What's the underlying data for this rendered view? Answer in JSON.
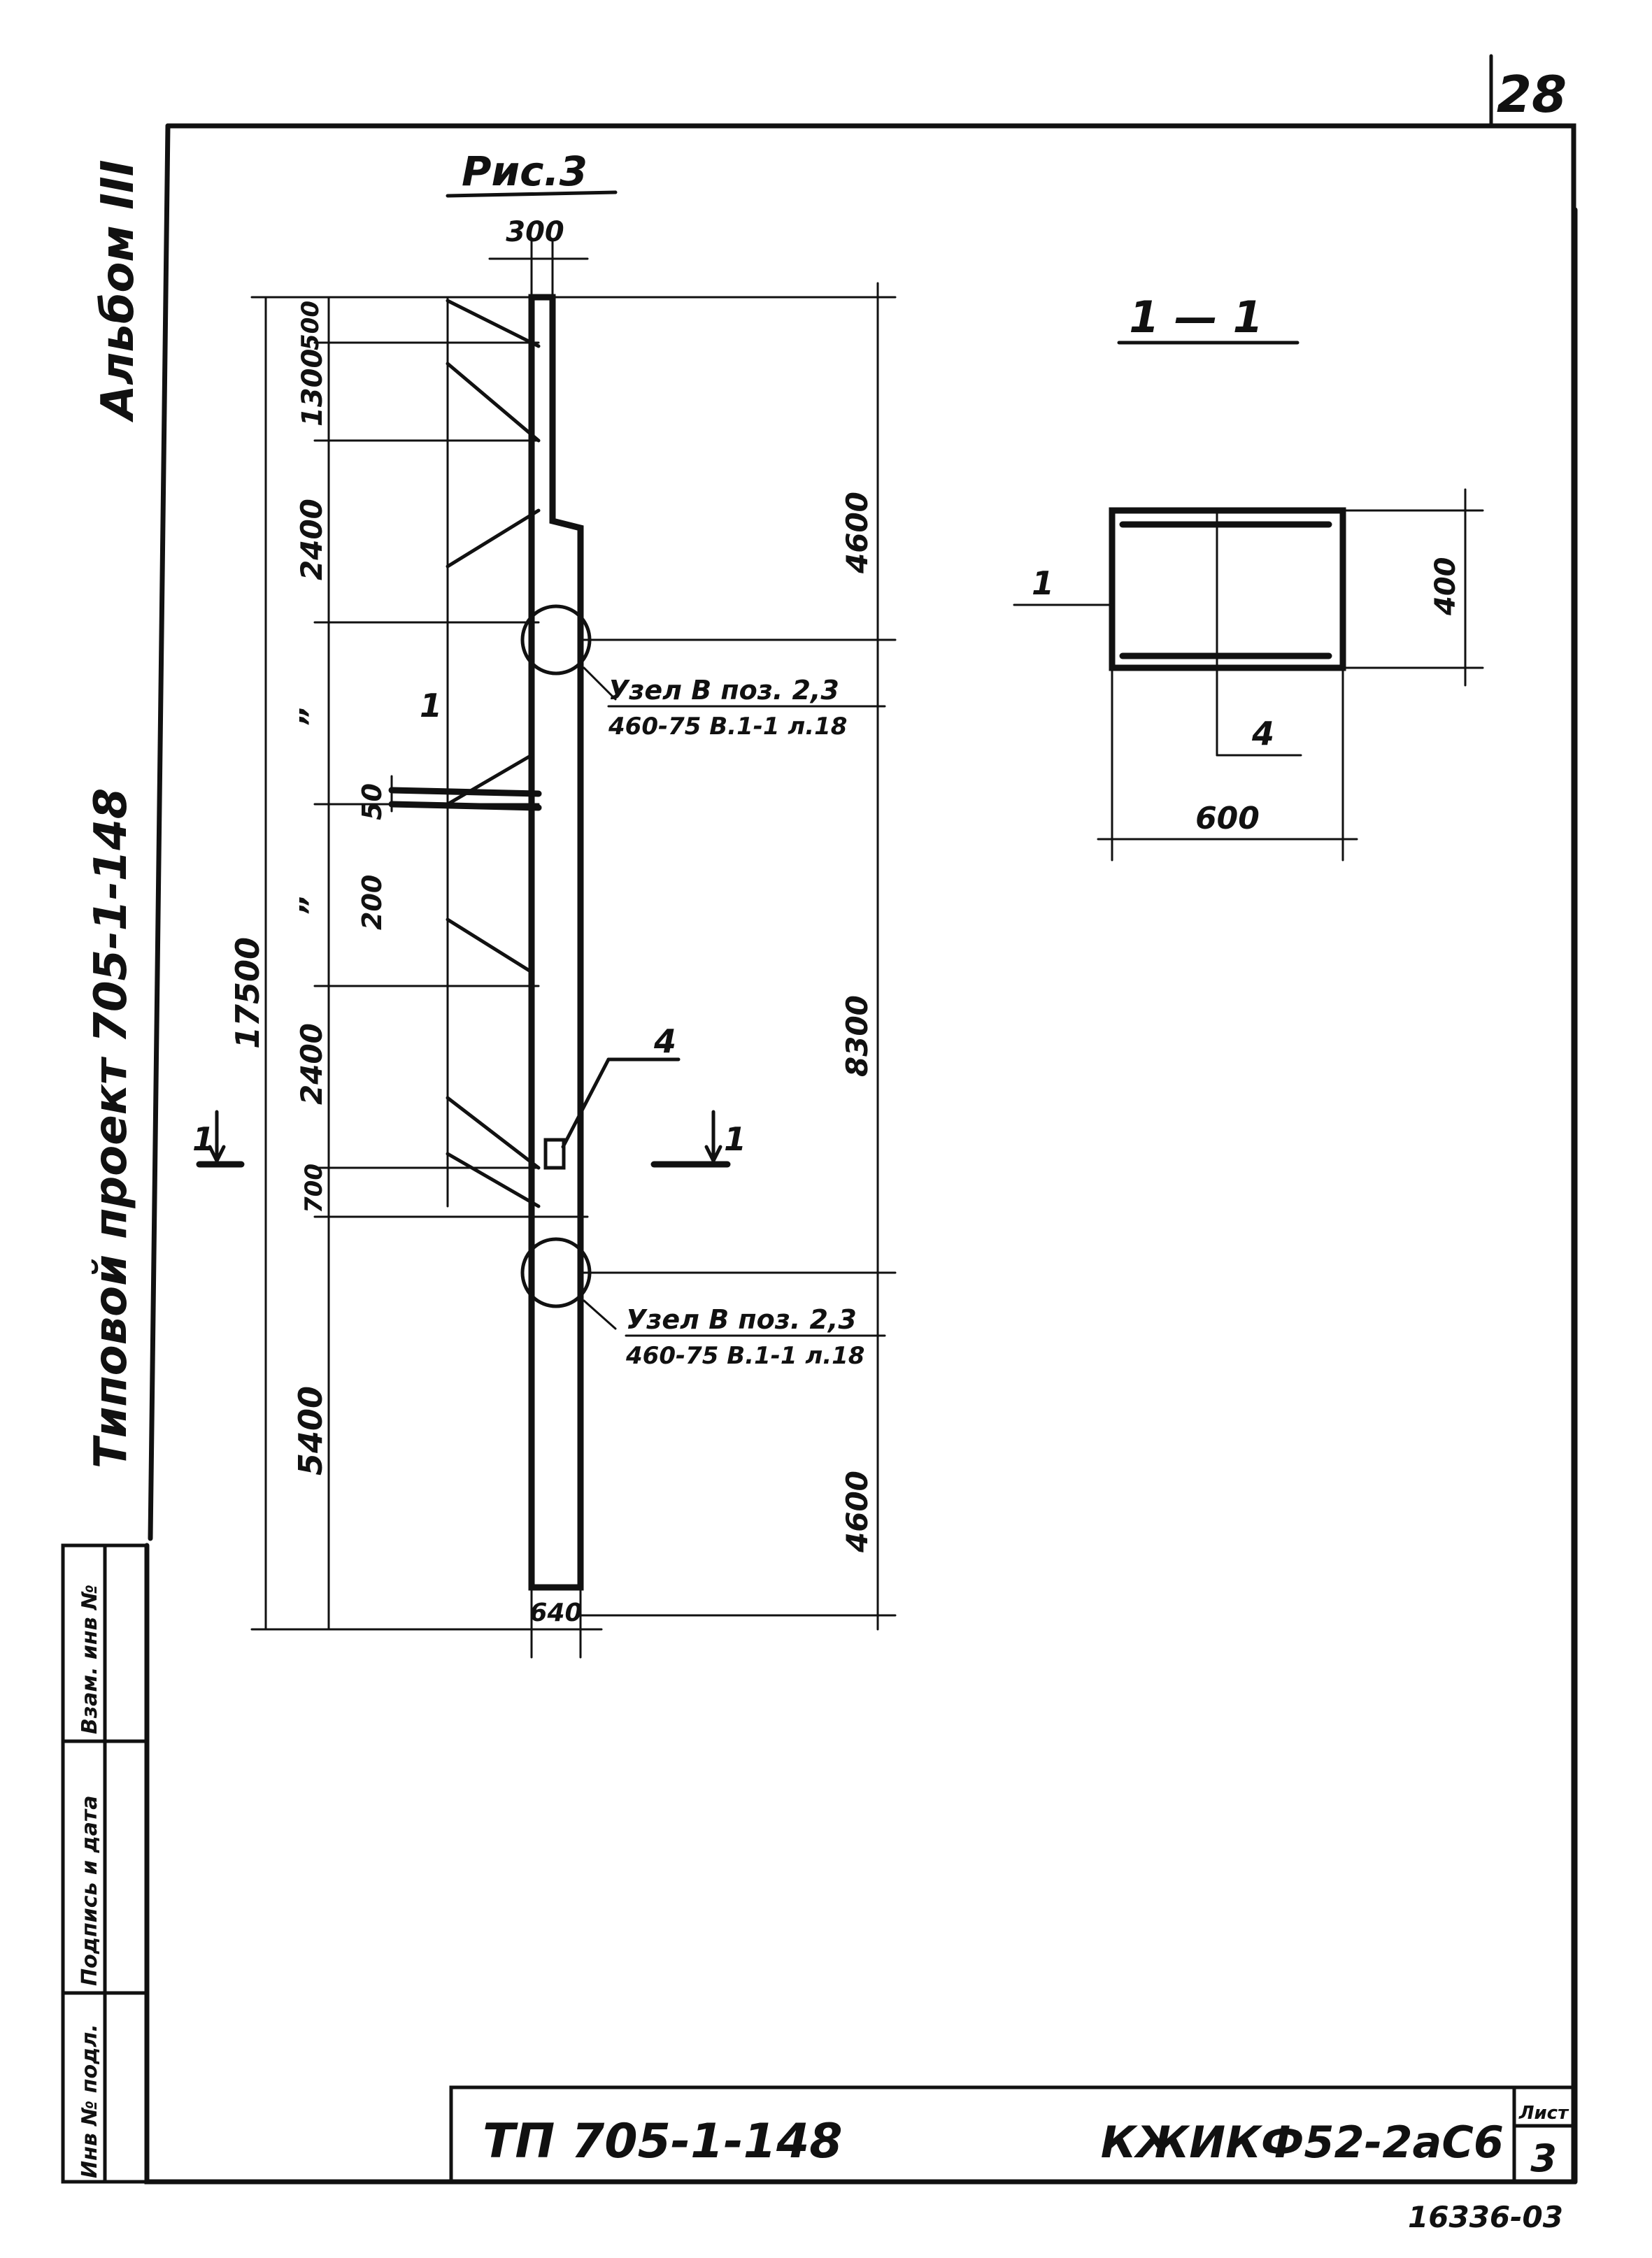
{
  "page_number": "28",
  "album_label": "Альбом III",
  "project_label": "Типовой проект 705-1-148",
  "figure_title": "Рис.3",
  "section_title": "1 — 1",
  "dimensions_elevation": {
    "top_width": "300",
    "bottom_width": "640",
    "left_segments": [
      "500",
      "1300",
      "2400",
      "”",
      "”",
      "2400",
      "700",
      "5400"
    ],
    "overall": "17500",
    "inner": [
      "200",
      "50"
    ],
    "right": [
      "4600",
      "8300",
      "4600"
    ]
  },
  "labels": {
    "position_1": "1",
    "position_4": "4",
    "cut_left": "1",
    "cut_right": "1"
  },
  "node_notes": [
    {
      "line1": "Узел В поз. 2,3",
      "line2": "460-75 В.1-1 л.18"
    },
    {
      "line1": "Узел В поз. 2,3",
      "line2": "460-75 В.1-1 л.18"
    }
  ],
  "section_dims": {
    "width": "600",
    "height": "400",
    "pos_1": "1",
    "pos_4": "4"
  },
  "side_stamp": [
    "Инв № подл.",
    "Подпись и дата",
    "Взам. инв №"
  ],
  "title_block": {
    "project_code": "ТП 705-1-148",
    "mark": "КЖИКФ52-2аС6",
    "sheet_label": "Лист",
    "sheet_number": "3",
    "archive_number": "16336-03"
  }
}
